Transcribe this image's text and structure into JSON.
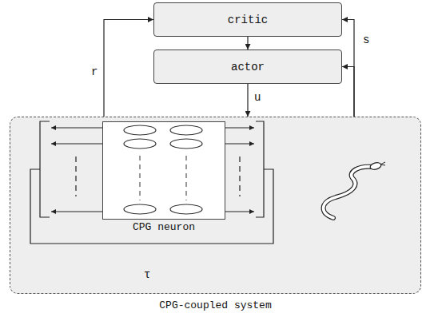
{
  "diagram": {
    "nodes": [
      {
        "text": [
          "critic"
        ]
      },
      {
        "text": [
          "actor"
        ]
      },
      {
        "text": [
          "CPG-coupled system"
        ]
      },
      {
        "text": [
          "CPG neuron"
        ],
        "in": 2
      },
      {
        "text": [
          "snake like robot"
        ],
        "in": 2
      }
    ],
    "edges": [
      {
        "from": 0,
        "to": 1,
        "arrow": "to"
      },
      {
        "from": 1,
        "to": 2,
        "label": "u",
        "arrow": "to"
      },
      {
        "from": 2,
        "to": 0,
        "label": "r",
        "arrow": "to"
      },
      {
        "from": 2,
        "to": 0,
        "label": "s",
        "arrow": "to"
      },
      {
        "from": 2,
        "to": 1,
        "arrow": "to"
      },
      {
        "from": 3,
        "to": 4,
        "label": "τ",
        "arrow": "to"
      }
    ]
  }
}
